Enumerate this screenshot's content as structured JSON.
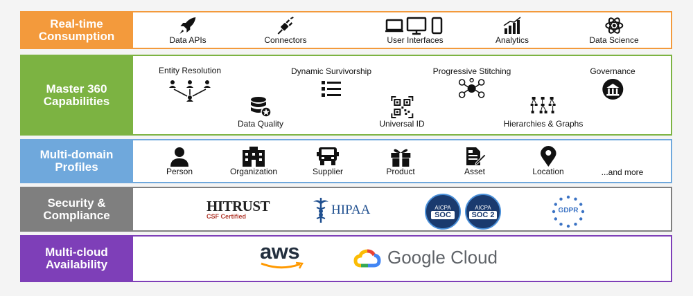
{
  "rows": {
    "consumption": {
      "label_line1": "Real-time",
      "label_line2": "Consumption",
      "items": [
        "Data APIs",
        "Connectors",
        "User Interfaces",
        "Analytics",
        "Data Science"
      ]
    },
    "capabilities": {
      "label_line1": "Master 360",
      "label_line2": "Capabilities",
      "items": {
        "entity_resolution": "Entity Resolution",
        "dynamic_survivorship": "Dynamic Survivorship",
        "progressive_stitching": "Progressive Stitching",
        "governance": "Governance",
        "data_quality": "Data Quality",
        "universal_id": "Universal ID",
        "hierarchies": "Hierarchies & Graphs"
      }
    },
    "profiles": {
      "label_line1": "Multi-domain",
      "label_line2": "Profiles",
      "items": [
        "Person",
        "Organization",
        "Supplier",
        "Product",
        "Asset",
        "Location",
        "...and more"
      ]
    },
    "security": {
      "label_line1": "Security &",
      "label_line2": "Compliance",
      "logos": {
        "hitrust_main": "HITRUST",
        "hitrust_sub": "CSF Certified",
        "hipaa": "HIPAA",
        "aicpa": "AICPA",
        "soc": "SOC",
        "soc2": "SOC 2",
        "gdpr": "GDPR"
      }
    },
    "cloud": {
      "label_line1": "Multi-cloud",
      "label_line2": "Availability",
      "logos": {
        "aws": "aws",
        "google": "Google Cloud"
      }
    }
  },
  "colors": {
    "consumption": "#f39a3c",
    "capabilities": "#7cb342",
    "profiles": "#6fa8dc",
    "security": "#7f7f7f",
    "cloud": "#7e3fb8"
  }
}
